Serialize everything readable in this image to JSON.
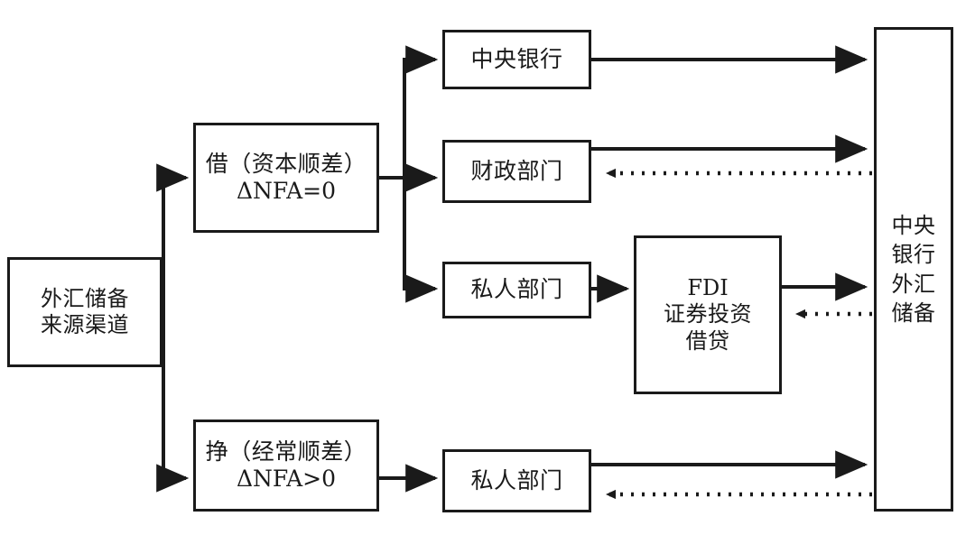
{
  "diagram": {
    "title_text": "外汇储备来源渠道",
    "stroke_color": "#1a1a1a",
    "background_color": "#ffffff",
    "nodes": {
      "source": {
        "lines": [
          "外汇储备",
          "来源渠道"
        ]
      },
      "borrow": {
        "lines": [
          "借（资本顺差）",
          "ΔNFA=0"
        ]
      },
      "earn": {
        "lines": [
          "挣（经常顺差）",
          "ΔNFA>0"
        ]
      },
      "central_bank": {
        "lines": [
          "中央银行"
        ]
      },
      "fiscal": {
        "lines": [
          "财政部门"
        ]
      },
      "private_upper": {
        "lines": [
          "私人部门"
        ]
      },
      "private_lower": {
        "lines": [
          "私人部门"
        ]
      },
      "fdi": {
        "lines": [
          "FDI",
          "证券投资",
          "借贷"
        ]
      },
      "reserves": {
        "lines": [
          "中央",
          "银行",
          "外汇",
          "储备"
        ]
      }
    },
    "edges": [
      {
        "name": "source-to-borrow",
        "style": "solid",
        "from": "source",
        "to": "borrow"
      },
      {
        "name": "source-to-earn",
        "style": "solid",
        "from": "source",
        "to": "earn"
      },
      {
        "name": "borrow-to-central-bank",
        "style": "solid",
        "from": "borrow",
        "to": "central_bank"
      },
      {
        "name": "borrow-to-fiscal",
        "style": "solid",
        "from": "borrow",
        "to": "fiscal"
      },
      {
        "name": "borrow-to-private-upper",
        "style": "solid",
        "from": "borrow",
        "to": "private_upper"
      },
      {
        "name": "central-bank-to-reserves",
        "style": "solid",
        "from": "central_bank",
        "to": "reserves"
      },
      {
        "name": "fiscal-to-reserves",
        "style": "solid",
        "from": "fiscal",
        "to": "reserves"
      },
      {
        "name": "reserves-to-fiscal",
        "style": "dotted",
        "from": "reserves",
        "to": "fiscal"
      },
      {
        "name": "private-upper-to-fdi",
        "style": "solid",
        "from": "private_upper",
        "to": "fdi"
      },
      {
        "name": "fdi-to-reserves",
        "style": "solid",
        "from": "fdi",
        "to": "reserves"
      },
      {
        "name": "reserves-to-fdi",
        "style": "dotted",
        "from": "reserves",
        "to": "fdi"
      },
      {
        "name": "earn-to-private-lower",
        "style": "solid",
        "from": "earn",
        "to": "private_lower"
      },
      {
        "name": "private-lower-to-reserves",
        "style": "solid",
        "from": "private_lower",
        "to": "reserves"
      },
      {
        "name": "reserves-to-private-lower",
        "style": "dotted",
        "from": "reserves",
        "to": "private_lower"
      }
    ]
  }
}
